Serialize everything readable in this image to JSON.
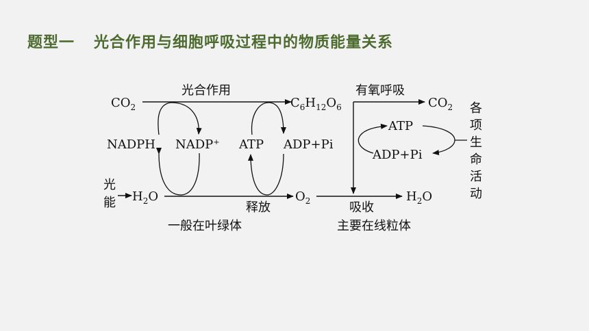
{
  "title": {
    "part1": "题型一",
    "part2": "光合作用与细胞呼吸过程中的物质能量关系"
  },
  "labels": {
    "co2_left": "CO",
    "co2_left_sub": "2",
    "photosynthesis": "光合作用",
    "glucose": {
      "c": "C",
      "c_sub": "6",
      "h": "H",
      "h_sub": "12",
      "o": "O",
      "o_sub": "6"
    },
    "aerobic": "有氧呼吸",
    "co2_right": "CO",
    "co2_right_sub": "2",
    "nadph": "NADPH",
    "nadp_plus": "NADP⁺",
    "atp_left": "ATP",
    "adp_pi_left": "ADP+Pi",
    "atp_right": "ATP",
    "adp_pi_right": "ADP+Pi",
    "light_energy": [
      "光",
      "能"
    ],
    "water_left": "H",
    "water_left_sub": "2",
    "water_left_o": "O",
    "oxygen": "O",
    "oxygen_sub": "2",
    "water_right": "H",
    "water_right_sub": "2",
    "water_right_o": "O",
    "release": "释放",
    "absorb": "吸收",
    "chloroplast": "一般在叶绿体",
    "mitochondria": "主要在线粒体",
    "life_activities": [
      "各",
      "项",
      "生",
      "命",
      "活",
      "动"
    ]
  },
  "colors": {
    "title": "#4d6b2f",
    "background": "#f2f2f2",
    "ink": "#111111"
  }
}
